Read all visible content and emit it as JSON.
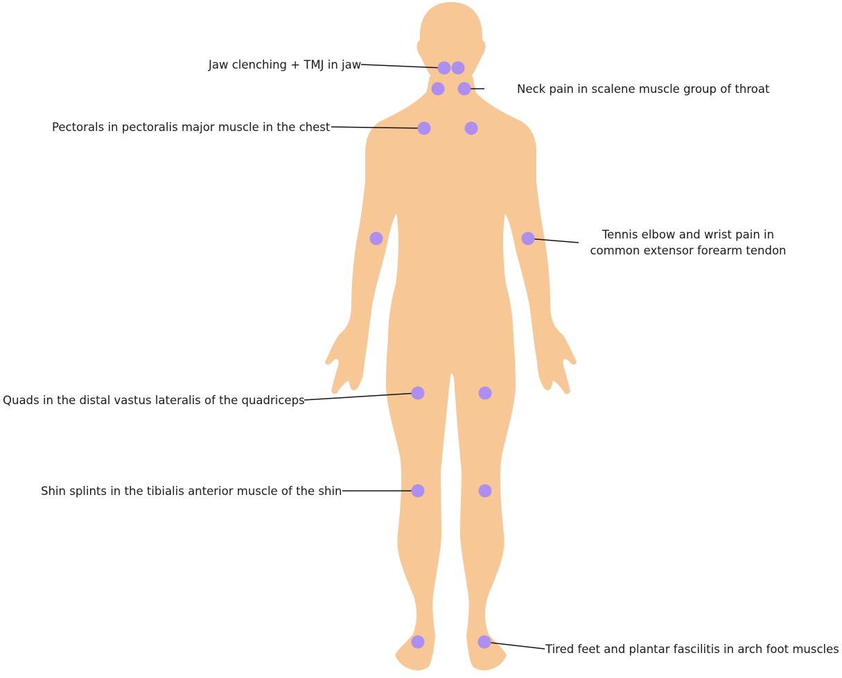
{
  "colors": {
    "body": "#F7C795",
    "point": "#AC8FF0",
    "line": "#111111",
    "background": "#FFFFFF"
  },
  "labels": {
    "jaw": "Jaw clenching + TMJ in jaw",
    "neck": "Neck pain in scalene muscle group of throat",
    "pectorals": "Pectorals in pectoralis major muscle in the chest",
    "elbow_line1": "Tennis elbow and wrist pain in",
    "elbow_line2": "common extensor forearm tendon",
    "quads": "Quads in the distal vastus lateralis of the quadriceps",
    "shin": "Shin splints in the tibialis  anterior muscle of the shin",
    "feet": "Tired feet and  plantar fascilitis in arch foot muscles"
  }
}
